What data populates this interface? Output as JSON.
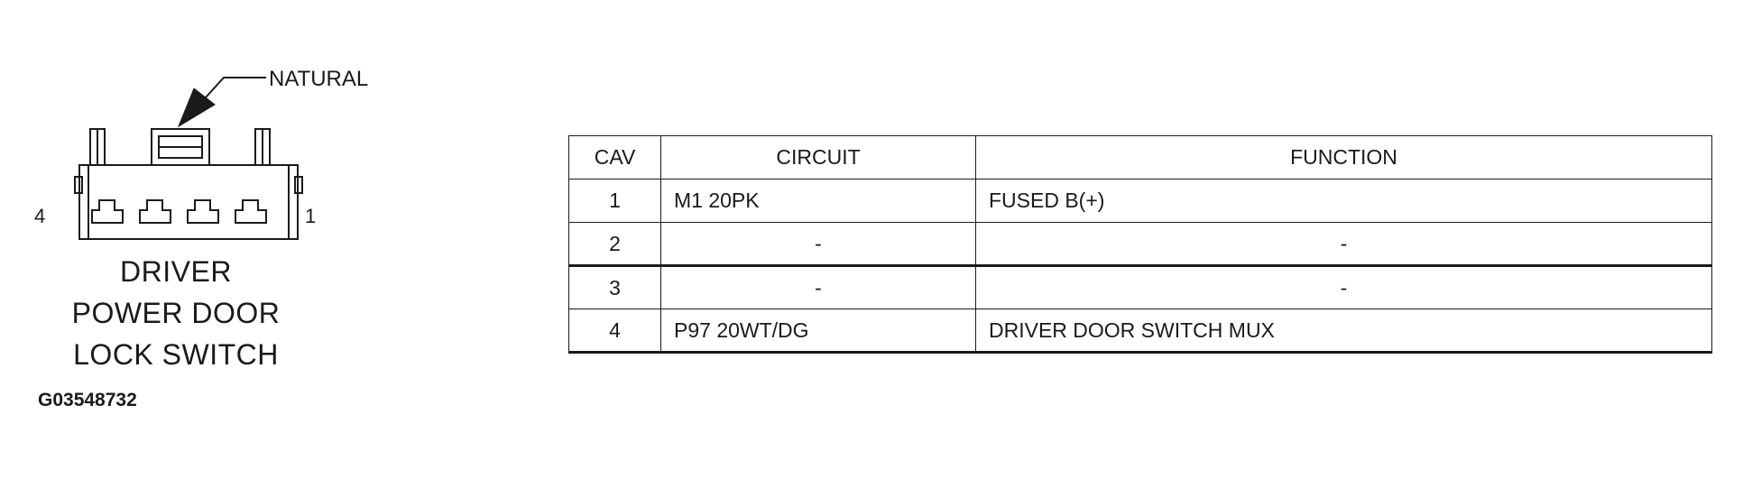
{
  "connector": {
    "callout_label": "NATURAL",
    "pin_left_label": "4",
    "pin_right_label": "1",
    "title_lines": [
      "DRIVER",
      "POWER DOOR",
      "LOCK SWITCH"
    ]
  },
  "figure_id": "G03548732",
  "table": {
    "headers": {
      "cav": "CAV",
      "circuit": "CIRCUIT",
      "function": "FUNCTION"
    },
    "rows": [
      {
        "cav": "1",
        "circuit": "M1 20PK",
        "function": "FUSED B(+)"
      },
      {
        "cav": "2",
        "circuit": "-",
        "function": "-"
      },
      {
        "cav": "3",
        "circuit": "-",
        "function": "-"
      },
      {
        "cav": "4",
        "circuit": "P97 20WT/DG",
        "function": "DRIVER DOOR SWITCH MUX"
      }
    ]
  }
}
